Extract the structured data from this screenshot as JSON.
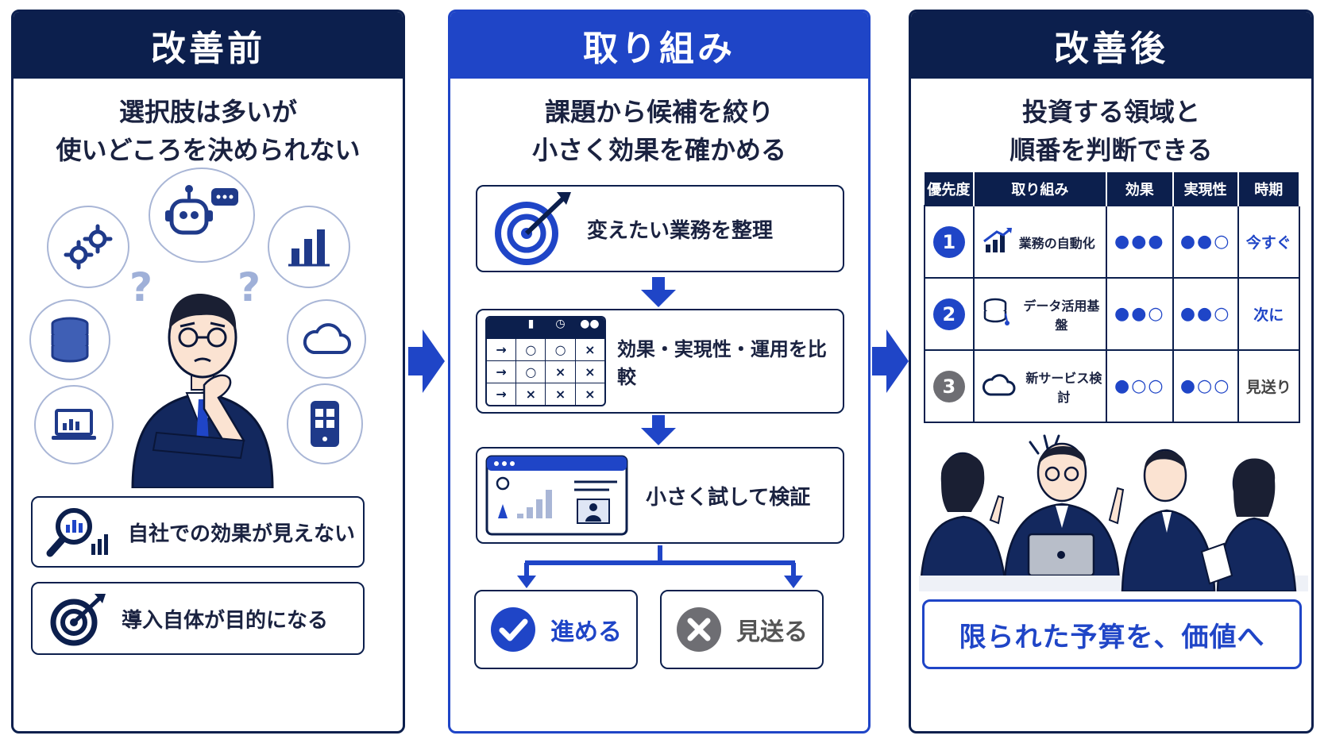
{
  "before": {
    "title": "改善前",
    "subtitle_line1": "選択肢は多いが",
    "subtitle_line2": "使いどころを決められない",
    "question_mark": "?",
    "items": [
      {
        "label": "自社での効果が見えない",
        "icon": "magnifier-chart-icon"
      },
      {
        "label": "導入自体が目的になる",
        "icon": "target-icon"
      }
    ]
  },
  "approach": {
    "title": "取り組み",
    "subtitle_line1": "課題から候補を絞り",
    "subtitle_line2": "小さく効果を確かめる",
    "steps": [
      {
        "label": "変えたい業務を整理",
        "icon": "target-arrow-icon"
      },
      {
        "label": "効果・実現性・運用を比較",
        "icon": "comparison-table-icon"
      },
      {
        "label": "小さく試して検証",
        "icon": "dashboard-icon"
      }
    ],
    "compare_marks": [
      [
        "→",
        "○",
        "○",
        "×"
      ],
      [
        "→",
        "○",
        "×",
        "×"
      ],
      [
        "→",
        "×",
        "×",
        "×"
      ]
    ],
    "outcomes": [
      {
        "label": "進める",
        "icon": "check-circle-icon"
      },
      {
        "label": "見送る",
        "icon": "x-circle-icon"
      }
    ]
  },
  "after": {
    "title": "改善後",
    "subtitle_line1": "投資する領域と",
    "subtitle_line2": "順番を判断できる",
    "table": {
      "headers": [
        "優先度",
        "取り組み",
        "効果",
        "実現性",
        "時期"
      ],
      "rows": [
        {
          "rank": "1",
          "item": "業務の自動化",
          "icon": "growth-chart-icon",
          "effect": "●●●",
          "feasibility": "●●○",
          "timing": "今すぐ"
        },
        {
          "rank": "2",
          "item": "データ活用基盤",
          "icon": "database-icon",
          "effect": "●●○",
          "feasibility": "●●○",
          "timing": "次に"
        },
        {
          "rank": "3",
          "item": "新サービス検討",
          "icon": "cloud-icon",
          "effect": "●○○",
          "feasibility": "●○○",
          "timing": "見送り"
        }
      ]
    },
    "tagline": "限られた予算を、価値へ"
  },
  "colors": {
    "navy": "#0c1f4d",
    "blue": "#1f45c7",
    "gray": "#6e6e73",
    "bubble_border": "#a9b6d6"
  }
}
